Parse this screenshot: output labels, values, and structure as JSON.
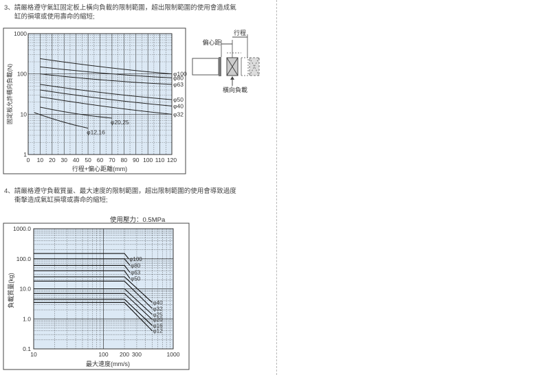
{
  "note3": {
    "line1": "3、請嚴格遵守氣缸固定板上橫向負載的限制範圍，超出限制範圍的使用會造成氣",
    "line2": "缸的損壞或使用壽命的縮短;"
  },
  "note4": {
    "line1": "4、請嚴格遵守負載質量、最大速度的限制範圍，超出限制範圍的使用會導致過度",
    "line2": "衝擊造成氣缸損壞或壽命的縮短;"
  },
  "diagram": {
    "stroke_label": "行程",
    "eccentric_label": "偏心距",
    "lateral_load_label": "橫向負載"
  },
  "chart_data": [
    {
      "type": "line",
      "title": "",
      "xlabel": "行程+偏心距離(mm)",
      "ylabel": "固定板允許橫向負載(N)",
      "x_scale": "linear",
      "y_scale": "log",
      "xlim": [
        0,
        120
      ],
      "ylim": [
        1,
        1000
      ],
      "xticks": [
        "0",
        "10",
        "20",
        "30",
        "40",
        "50",
        "60",
        "70",
        "80",
        "90",
        "100",
        "110",
        "120"
      ],
      "yticks": [
        "1",
        "10",
        "100",
        "1000"
      ],
      "grid": true,
      "series": [
        {
          "name": "φ100",
          "x": [
            10,
            120
          ],
          "y": [
            240,
            100
          ]
        },
        {
          "name": "φ80",
          "x": [
            10,
            120
          ],
          "y": [
            150,
            80
          ]
        },
        {
          "name": "φ63",
          "x": [
            10,
            120
          ],
          "y": [
            100,
            55
          ]
        },
        {
          "name": "φ50",
          "x": [
            10,
            120
          ],
          "y": [
            55,
            23
          ]
        },
        {
          "name": "φ40",
          "x": [
            10,
            120
          ],
          "y": [
            40,
            16
          ]
        },
        {
          "name": "φ32",
          "x": [
            10,
            120
          ],
          "y": [
            27,
            10
          ]
        },
        {
          "name": "φ20,25",
          "x": [
            10,
            70
          ],
          "y": [
            15,
            8
          ]
        },
        {
          "name": "φ12,16",
          "x": [
            5,
            50
          ],
          "y": [
            11,
            4.5
          ]
        }
      ]
    },
    {
      "type": "line",
      "title": "使用壓力：0.5MPa",
      "xlabel": "最大速度(mm/s)",
      "ylabel": "負載質量(kg)",
      "x_scale": "log",
      "y_scale": "log",
      "xlim": [
        10,
        1000
      ],
      "ylim": [
        0.1,
        1000
      ],
      "xticks": [
        "10",
        "100",
        "200",
        "300",
        "1000"
      ],
      "yticks": [
        "0.1",
        "1.0",
        "10.0",
        "100.0",
        "1000.0"
      ],
      "grid": true,
      "series": [
        {
          "name": "φ100",
          "x": [
            10,
            200,
            230
          ],
          "y": [
            150,
            150,
            100
          ]
        },
        {
          "name": "φ80",
          "x": [
            10,
            200,
            240
          ],
          "y": [
            100,
            100,
            60
          ]
        },
        {
          "name": "φ63",
          "x": [
            10,
            200,
            240
          ],
          "y": [
            60,
            60,
            35
          ]
        },
        {
          "name": "φ50",
          "x": [
            10,
            200,
            240
          ],
          "y": [
            40,
            40,
            22
          ]
        },
        {
          "name": "φ40",
          "x": [
            10,
            200,
            500
          ],
          "y": [
            25,
            25,
            3.5
          ]
        },
        {
          "name": "φ32",
          "x": [
            10,
            200,
            500
          ],
          "y": [
            18,
            18,
            2.2
          ]
        },
        {
          "name": "φ25",
          "x": [
            10,
            200,
            500
          ],
          "y": [
            10,
            10,
            1.4
          ]
        },
        {
          "name": "φ20",
          "x": [
            10,
            200,
            500
          ],
          "y": [
            7,
            7,
            0.95
          ]
        },
        {
          "name": "φ16",
          "x": [
            10,
            200,
            500
          ],
          "y": [
            4.5,
            4.5,
            0.6
          ]
        },
        {
          "name": "φ12",
          "x": [
            10,
            200,
            500
          ],
          "y": [
            3.5,
            3.5,
            0.4
          ]
        }
      ]
    }
  ]
}
